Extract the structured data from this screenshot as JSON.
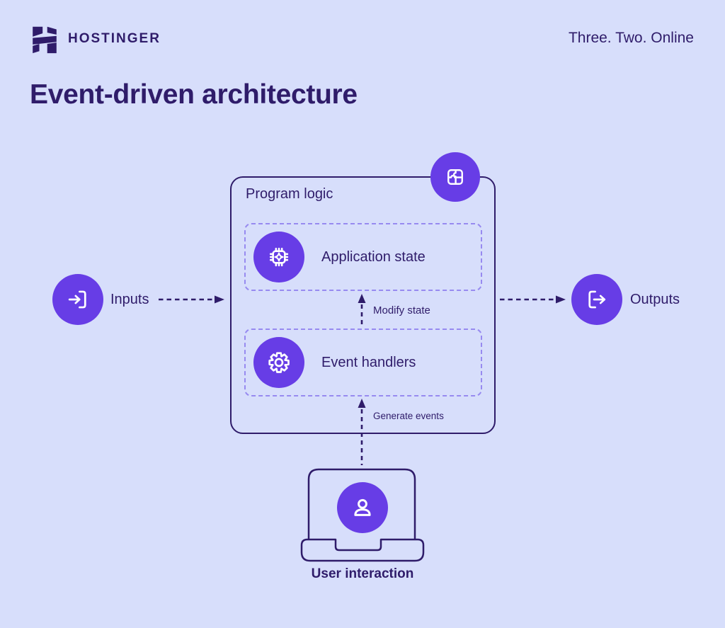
{
  "colors": {
    "background": "#d7defb",
    "dark_purple": "#2f1c6a",
    "accent_purple": "#673de6",
    "dashed_border": "#978af0",
    "icon_stroke": "#ffffff"
  },
  "header": {
    "logo_icon": "hostinger-h-logo-icon",
    "brand": "HOSTINGER",
    "tagline": "Three. Two. Online"
  },
  "title": "Event-driven architecture",
  "diagram": {
    "program_box": {
      "label": "Program logic",
      "badge_icon": "puzzle-icon"
    },
    "application_state": {
      "label": "Application state",
      "icon": "chip-sparkle-icon"
    },
    "event_handlers": {
      "label": "Event handlers",
      "icon": "gear-icon"
    },
    "arrows": {
      "modify_state": "Modify state",
      "generate_events": "Generate events",
      "inputs_arrow": "dashed-right-arrow",
      "outputs_arrow": "dashed-right-arrow"
    },
    "inputs": {
      "label": "Inputs",
      "icon": "login-arrow-icon"
    },
    "outputs": {
      "label": "Outputs",
      "icon": "logout-arrow-icon"
    },
    "user_interaction": {
      "label": "User interaction",
      "icon": "user-icon",
      "device_icon": "laptop-icon"
    }
  }
}
